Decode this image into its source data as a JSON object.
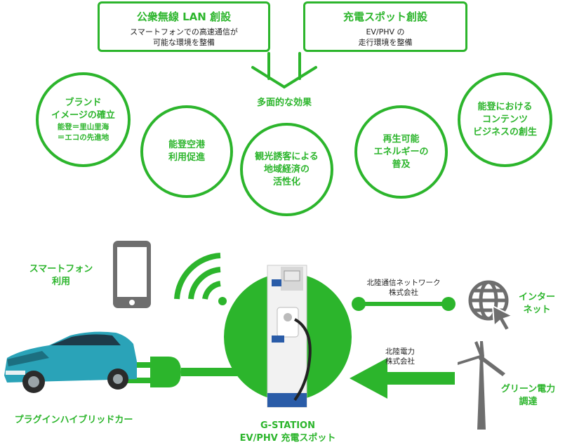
{
  "top_boxes": [
    {
      "title": "公衆無線 LAN 創設",
      "desc": "スマートフォンでの高速通信が\n可能な環境を整備"
    },
    {
      "title": "充電スポット創設",
      "desc": "EV/PHV の\n走行環境を整備"
    }
  ],
  "center_label": "多面的な効果",
  "effects": [
    {
      "label": "ブランド\nイメージの確立",
      "sub": "能登＝里山里海\n＝エコの先進地"
    },
    {
      "label": "能登空港\n利用促進"
    },
    {
      "label": "観光誘客による\n地域経済の\n活性化"
    },
    {
      "label": "再生可能\nエネルギーの\n普及"
    },
    {
      "label": "能登における\nコンテンツ\nビジネスの創生"
    }
  ],
  "smartphone_label": "スマートフォン\n利用",
  "car_label": "プラグインハイブリッドカー",
  "station_label": "G-STATION\nEV/PHV 充電スポット",
  "internet_label": "インター\nネット",
  "green_label": "グリーン電力\n調達",
  "network_provider": "北陸通信ネットワーク\n株式会社",
  "power_provider": "北陸電力\n株式会社",
  "colors": {
    "accent": "#2cb52c",
    "car": "#2aa3b8"
  },
  "icons": [
    "smartphone-icon",
    "wifi-icon",
    "plug-icon",
    "globe-icon",
    "cursor-icon",
    "wind-turbine-icon",
    "car-icon",
    "charging-station-icon"
  ]
}
